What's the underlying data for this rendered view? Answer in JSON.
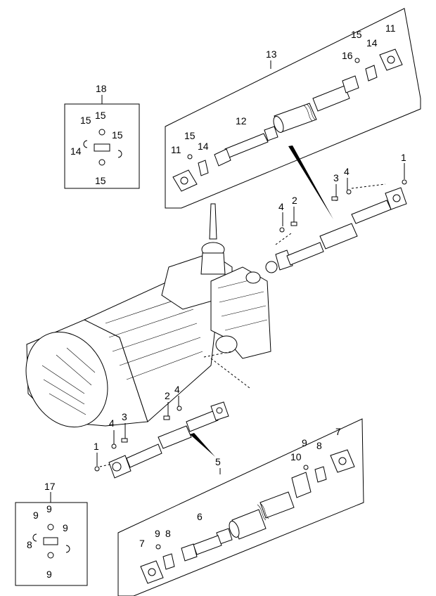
{
  "callouts": {
    "n1a": "1",
    "n1b": "1",
    "n2": "2",
    "n3a": "3",
    "n3b": "3",
    "n4a": "4",
    "n4b": "4",
    "n4c": "4",
    "n2b": "2",
    "n5": "5",
    "n6": "6",
    "n7a": "7",
    "n7b": "7",
    "n8a": "8",
    "n8b": "8",
    "n8c": "8",
    "n9a": "9",
    "n9b": "9",
    "n9c": "9",
    "n9d": "9",
    "n9e": "9",
    "n9f": "9",
    "n10": "10",
    "n11a": "11",
    "n11b": "11",
    "n12": "12",
    "n13": "13",
    "n14a": "14",
    "n14b": "14",
    "n14c": "14",
    "n15a": "15",
    "n15b": "15",
    "n15c": "15",
    "n15d": "15",
    "n15e": "15",
    "n15f": "15",
    "n16": "16",
    "n17": "17",
    "n18": "18"
  }
}
